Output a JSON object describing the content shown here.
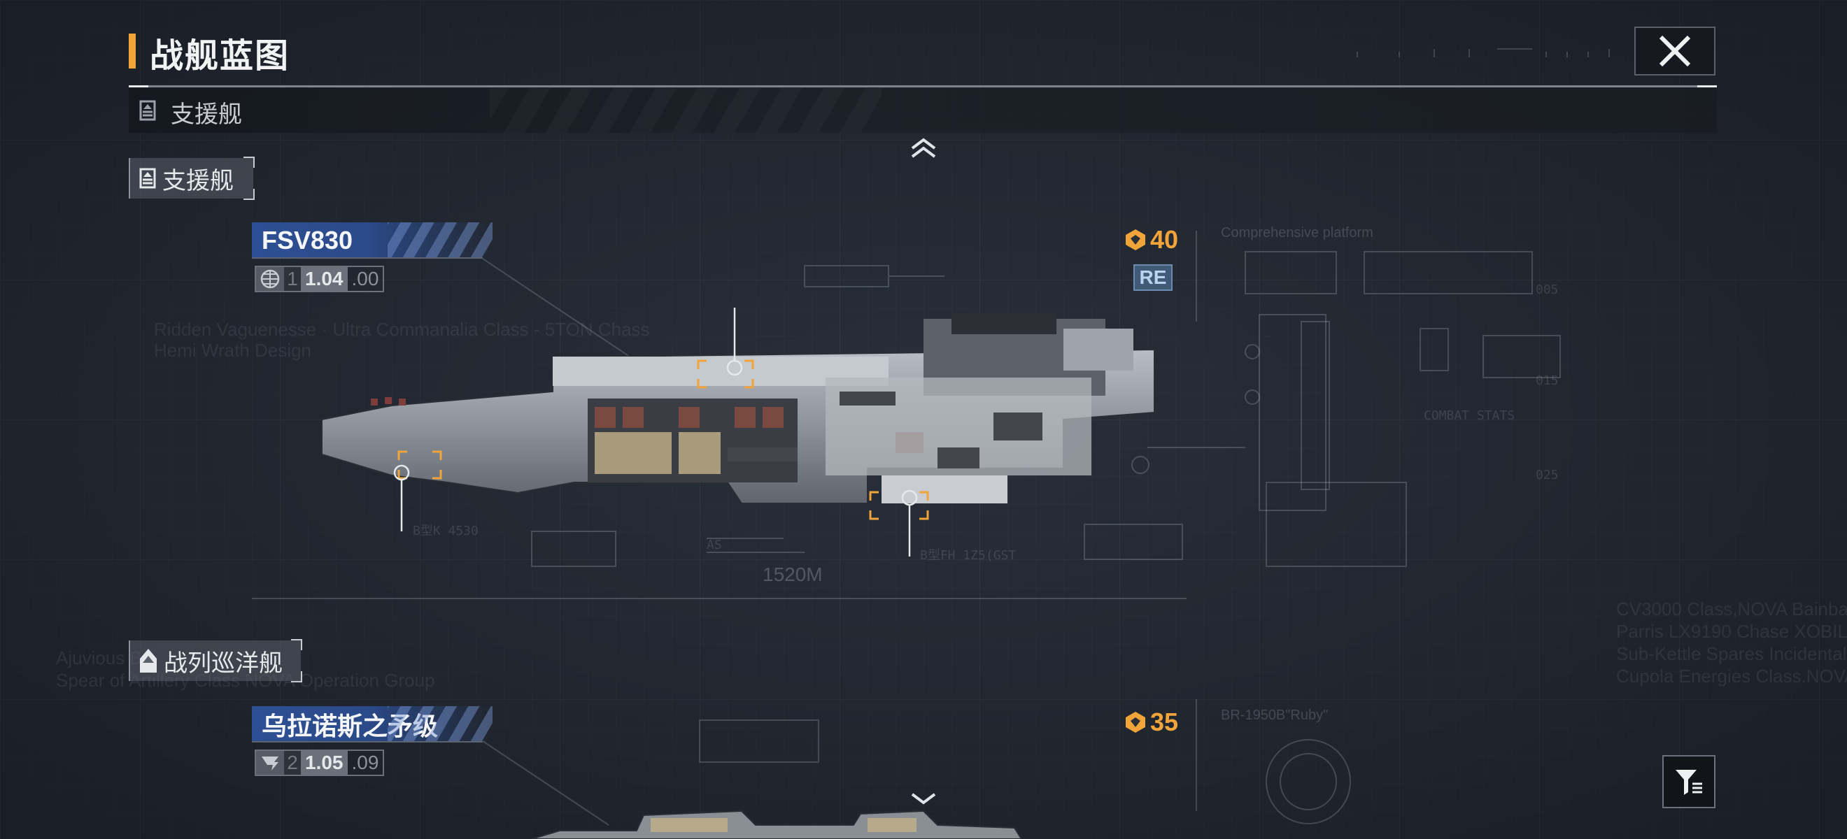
{
  "header": {
    "title": "战舰蓝图"
  },
  "category_bar": {
    "label": "支援舰"
  },
  "sections": [
    {
      "label": "支援舰",
      "icon": "support-ship-icon"
    },
    {
      "label": "战列巡洋舰",
      "icon": "battlecruiser-icon"
    }
  ],
  "ships": [
    {
      "name": "FSV830",
      "tier": "1",
      "version_main": "1.04",
      "version_sub": ".00",
      "cost": "40",
      "badge": "RE",
      "length_label": "1520M",
      "platform_label": "Comprehensive platform"
    },
    {
      "name": "乌拉诺斯之矛级",
      "tier": "2",
      "version_main": "1.05",
      "version_sub": ".09",
      "cost": "35",
      "platform_label": "BR-1950B\"Ruby\""
    }
  ],
  "colors": {
    "accent": "#f0a43a",
    "name_tag": "#2e4f94",
    "background": "#262c36"
  }
}
